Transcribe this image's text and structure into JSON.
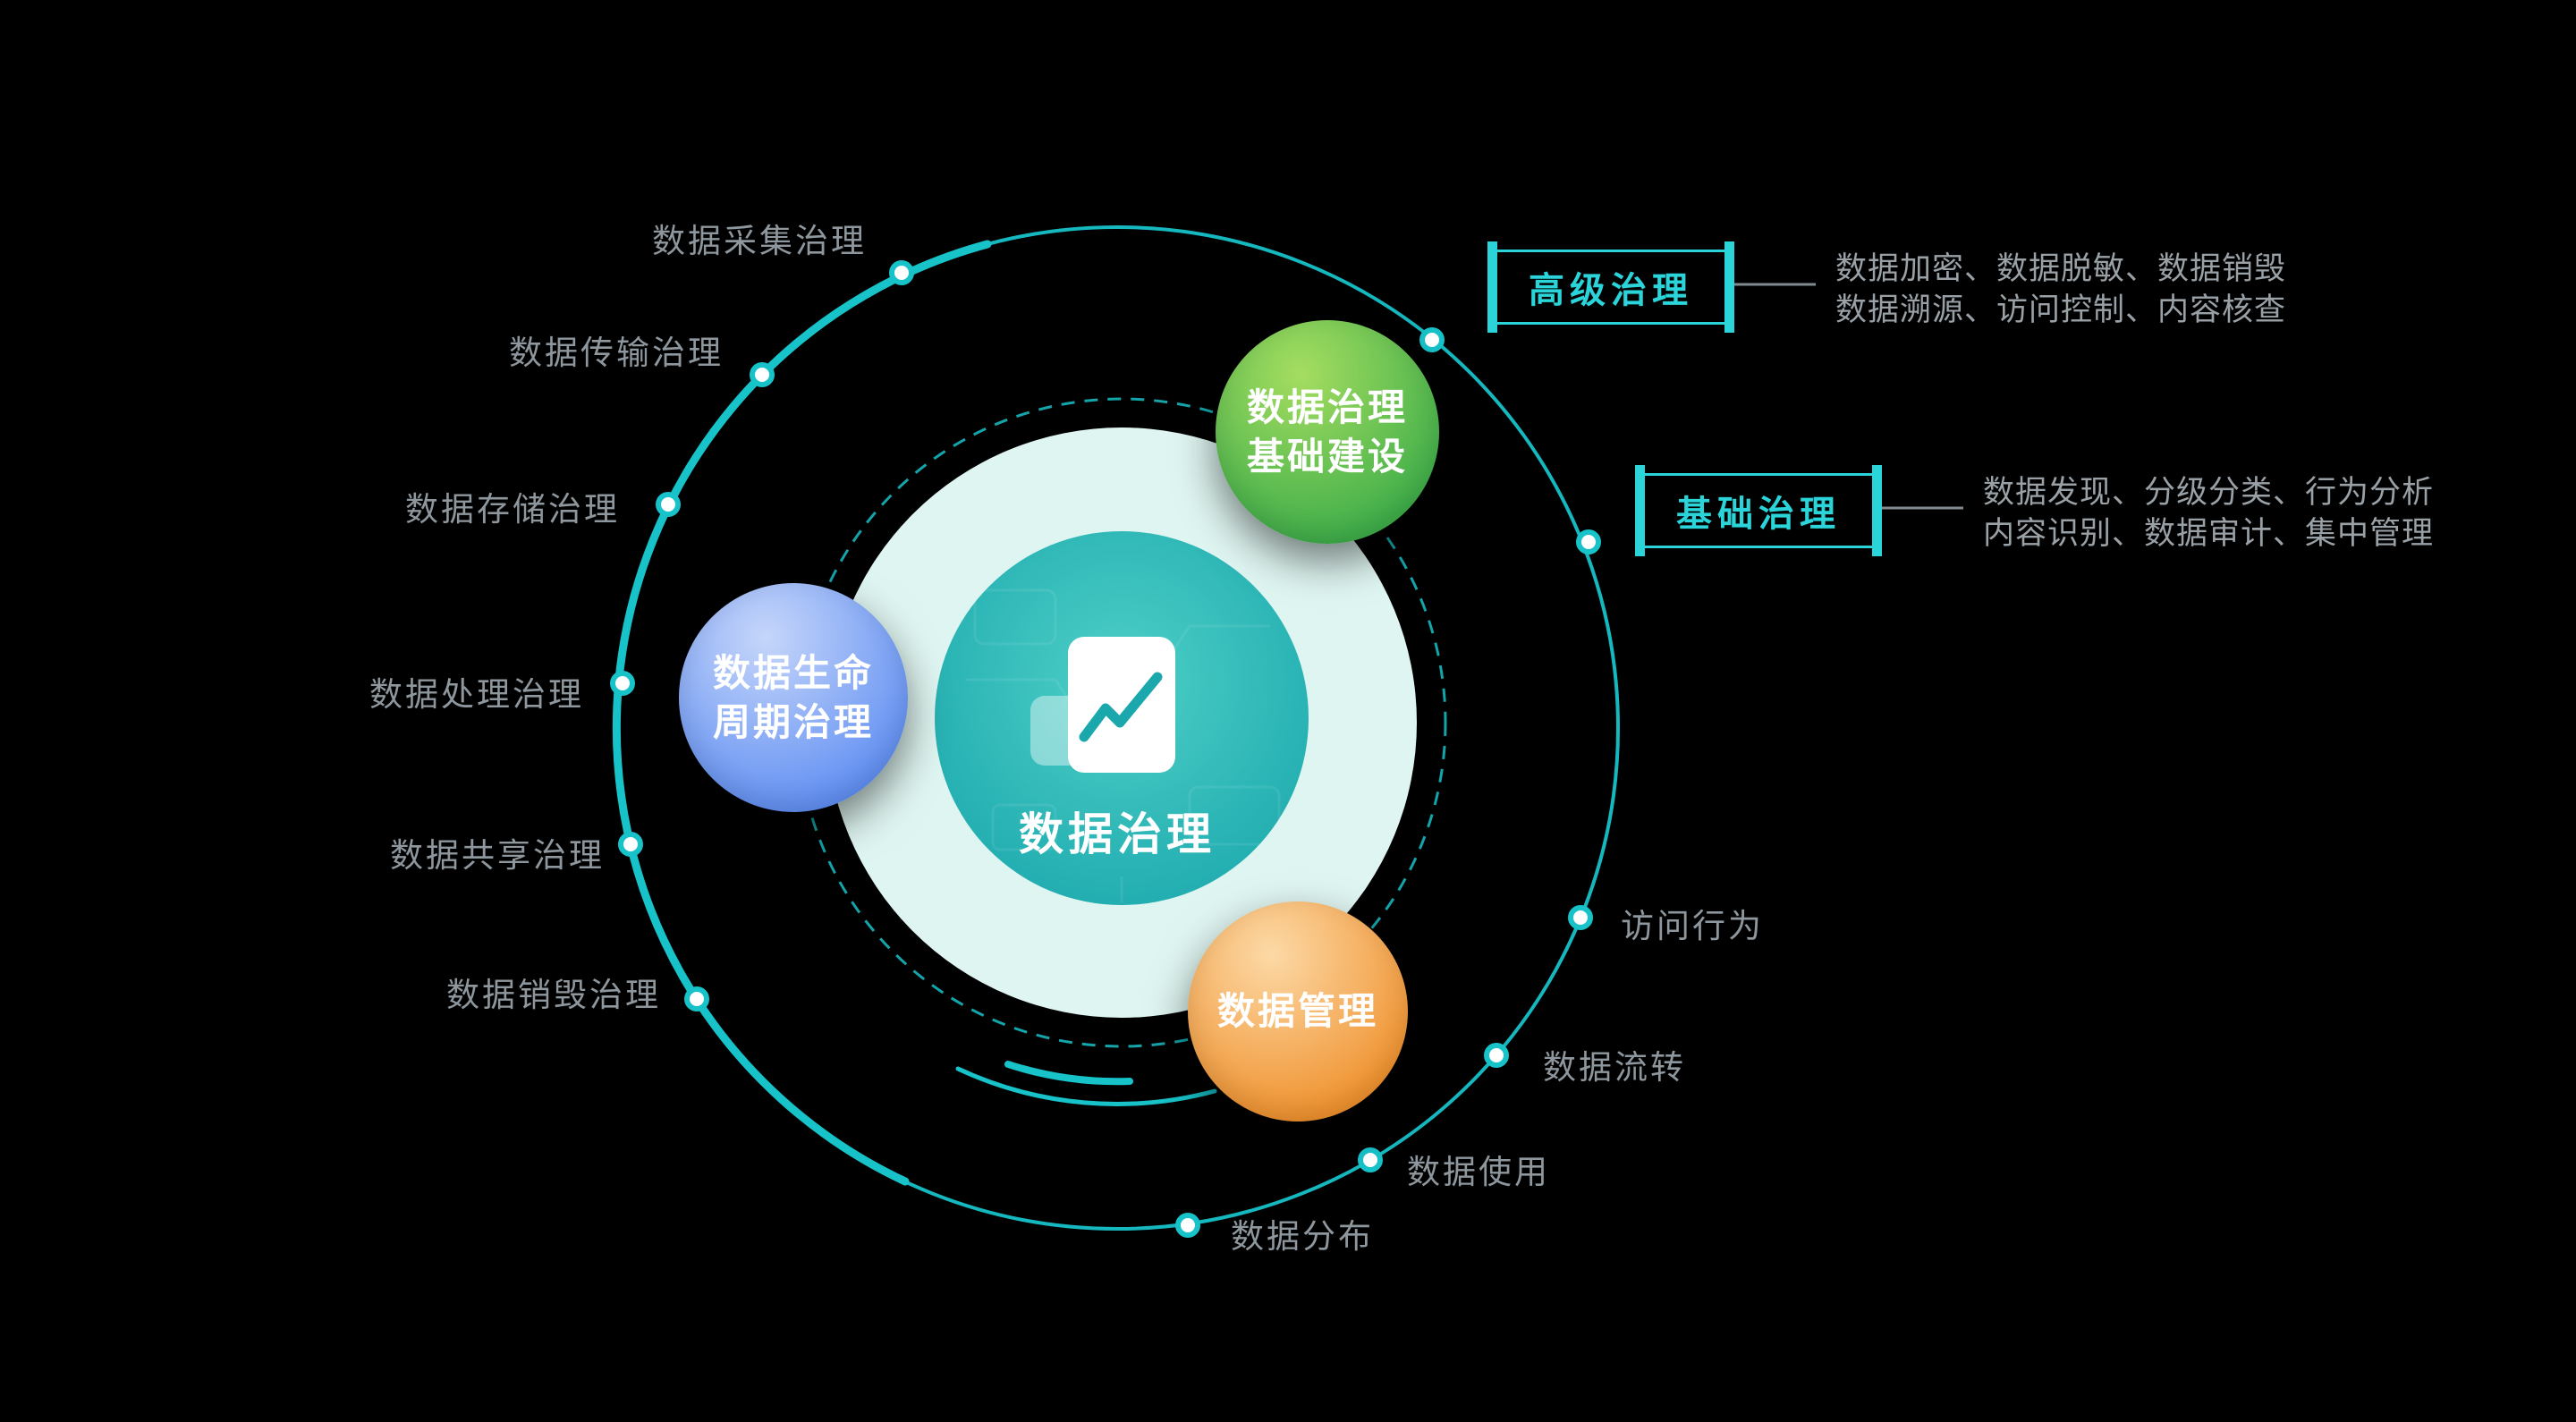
{
  "center": {
    "title": "数据治理"
  },
  "bubbles": {
    "infrastructure": {
      "line1": "数据治理",
      "line2": "基础建设"
    },
    "lifecycle": {
      "line1": "数据生命",
      "line2": "周期治理"
    },
    "management": {
      "line1": "数据管理"
    }
  },
  "ring_labels": {
    "collect": "数据采集治理",
    "transfer": "数据传输治理",
    "storage": "数据存储治理",
    "process": "数据处理治理",
    "share": "数据共享治理",
    "destroy": "数据销毁治理",
    "distribution": "数据分布",
    "usage": "数据使用",
    "flow": "数据流转",
    "access": "访问行为"
  },
  "callouts": {
    "advanced": {
      "title": "高级治理",
      "desc_line1": "数据加密、数据脱敏、数据销毁",
      "desc_line2": "数据溯源、访问控制、内容核查"
    },
    "basic": {
      "title": "基础治理",
      "desc_line1": "数据发现、分级分类、行为分析",
      "desc_line2": "内容识别、数据审计、集中管理"
    }
  },
  "colors": {
    "ring": "#17c2c9",
    "label_gray": "#8e979d",
    "desc_gray": "#99a1a7",
    "callout_cyan": "#2ad4d9",
    "pale_mint": "#dff5f1",
    "center_teal_light": "#4ecfc7",
    "center_teal_dark": "#1ba8ad",
    "bubble_green_top": "#a5dd60",
    "bubble_green_bottom": "#3fae4a",
    "bubble_blue_top": "#c6d6fa",
    "bubble_blue_bottom": "#5f8ef2",
    "bubble_orange_top": "#fcd9a6",
    "bubble_orange_bottom": "#f0922f"
  }
}
